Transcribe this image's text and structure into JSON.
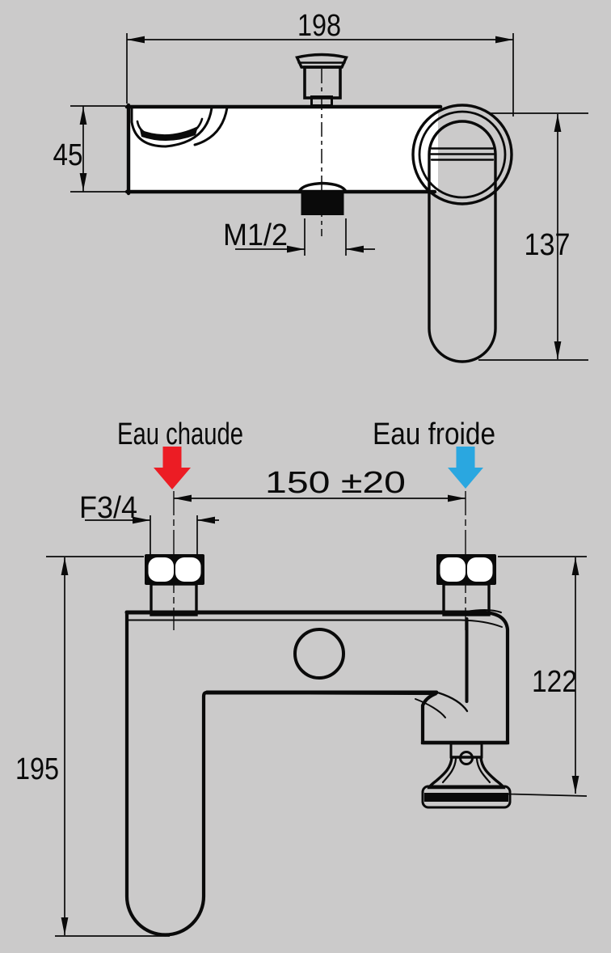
{
  "diagram": {
    "type": "technical-drawing",
    "subject": "bath-shower mixer tap dimensional drawing, side view and front view",
    "background_color": "#cbcaca",
    "line_color": "#0a0a0a",
    "views": {
      "side": {
        "width_mm": "198",
        "body_height_mm": "45",
        "handle_length_mm": "137",
        "shower_outlet_thread": "M1/2"
      },
      "front": {
        "hot_water_label": "Eau chaude",
        "cold_water_label": "Eau froide",
        "hot_color": "#ec1c24",
        "cold_color": "#2aa7e0",
        "inlet_spacing_mm": "150 ±20",
        "inlet_thread": "F3/4",
        "outlet_height_mm": "122",
        "total_height_mm": "195"
      }
    }
  }
}
